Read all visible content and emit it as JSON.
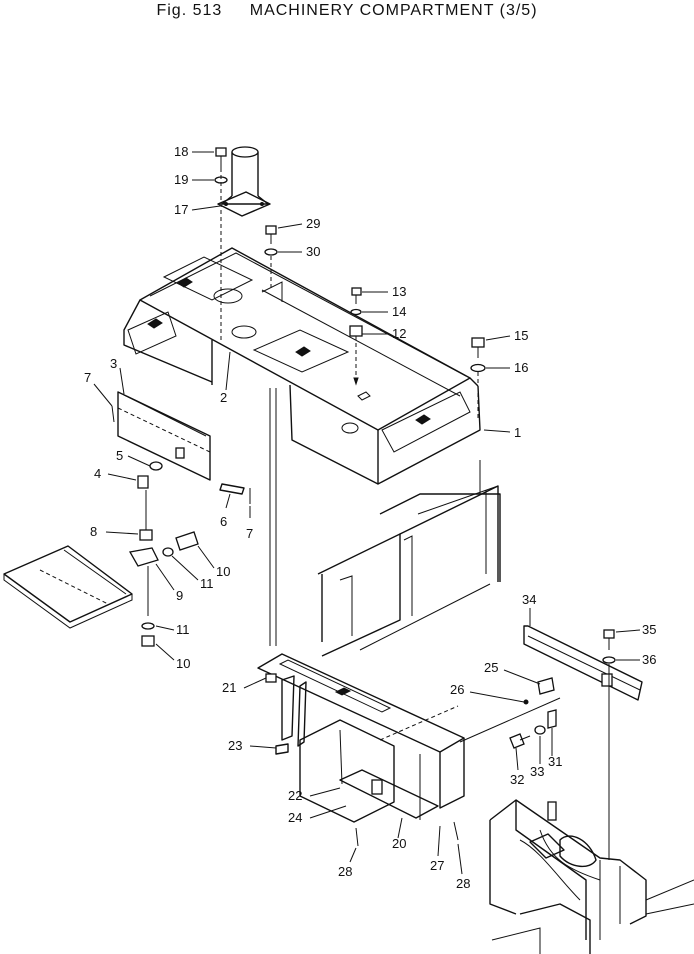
{
  "header": {
    "figure_number": "Fig. 513",
    "title": "MACHINERY COMPARTMENT (3/5)"
  },
  "callouts": [
    "18",
    "19",
    "17",
    "29",
    "30",
    "13",
    "14",
    "12",
    "15",
    "16",
    "1",
    "2",
    "3",
    "7",
    "5",
    "4",
    "6",
    "7",
    "8",
    "10",
    "11",
    "9",
    "11",
    "10",
    "34",
    "35",
    "36",
    "25",
    "26",
    "21",
    "23",
    "31",
    "33",
    "32",
    "22",
    "24",
    "20",
    "27",
    "28",
    "28"
  ]
}
